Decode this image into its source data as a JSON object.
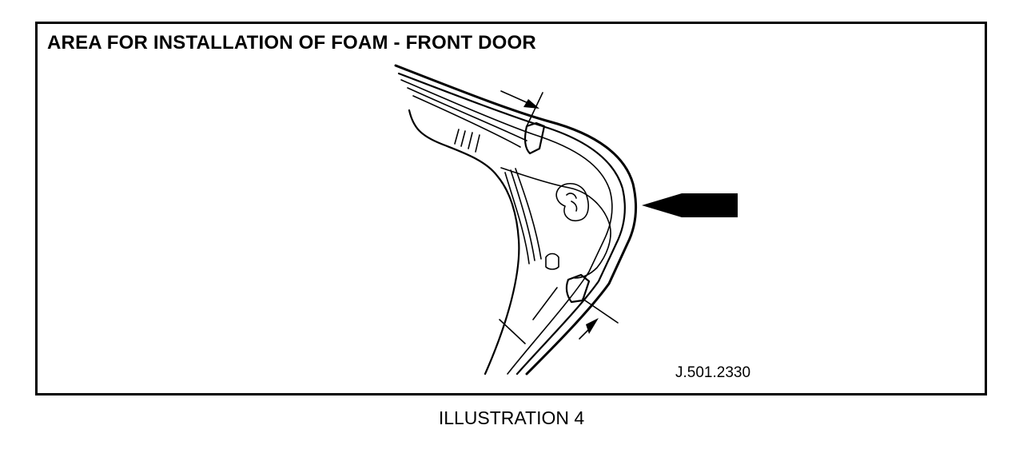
{
  "figure": {
    "title": "AREA FOR INSTALLATION OF FOAM - FRONT DOOR",
    "reference_code": "J.501.2330"
  },
  "caption": "ILLUSTRATION 4"
}
